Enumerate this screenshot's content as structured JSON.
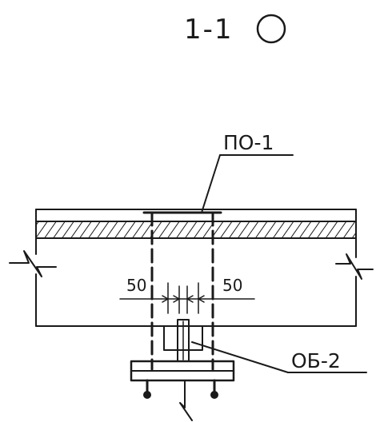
{
  "section": {
    "title": "1-1"
  },
  "labels": {
    "top_plate": "ПО-1",
    "bottom_plate": "ОБ-2"
  },
  "dimensions": {
    "left": "50",
    "right": "50"
  }
}
